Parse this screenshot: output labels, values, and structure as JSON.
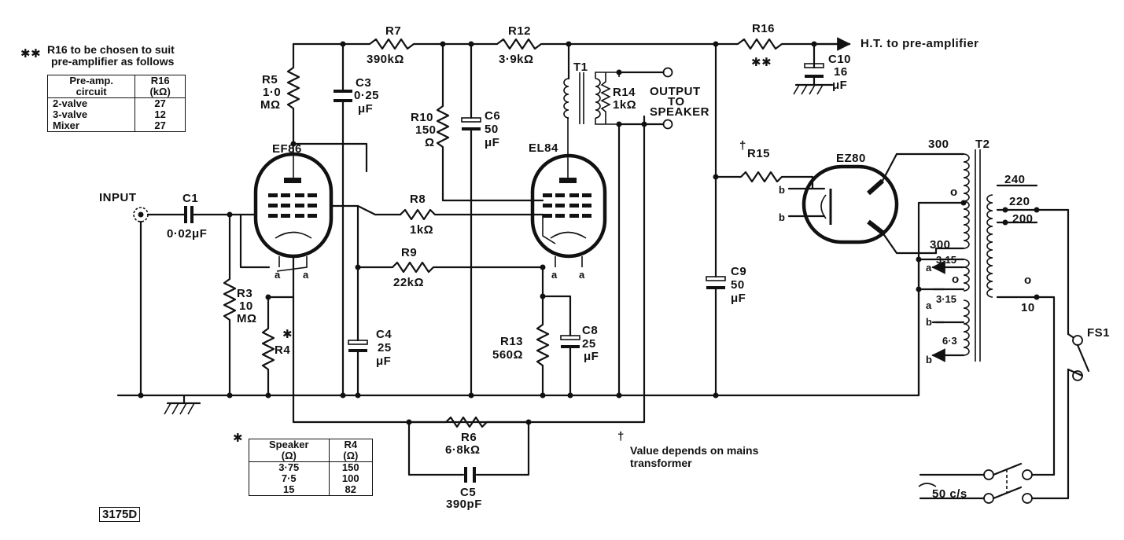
{
  "notes": {
    "r16_note_line1": "R16 to be chosen to suit",
    "r16_note_line2": "pre-amplifier as follows",
    "r16_note_mark": "✱✱",
    "r4_note_mark": "✱",
    "dagger_note_line1": "Value depends on mains",
    "dagger_note_line2": "transformer",
    "dagger_mark": "†",
    "figure_ref": "3175D"
  },
  "r16_table": {
    "headers": [
      [
        "Pre-amp.",
        "circuit"
      ],
      [
        "R16",
        "(kΩ)"
      ]
    ],
    "rows": [
      {
        "circuit": "2-valve",
        "value": "27"
      },
      {
        "circuit": "3-valve",
        "value": "12"
      },
      {
        "circuit": "Mixer",
        "value": "27"
      }
    ]
  },
  "r4_table": {
    "headers": [
      [
        "Speaker",
        "(Ω)"
      ],
      [
        "R4",
        "(Ω)"
      ]
    ],
    "rows": [
      {
        "speaker": "3·75",
        "value": "150"
      },
      {
        "speaker": "7·5",
        "value": "100"
      },
      {
        "speaker": "15",
        "value": "82"
      }
    ]
  },
  "components": {
    "input": "INPUT",
    "c1": {
      "name": "C1",
      "value": "0·02μF"
    },
    "r3": {
      "name": "R3",
      "value1": "10",
      "value2": "MΩ"
    },
    "r4": {
      "name": "R4",
      "mark": "✱"
    },
    "r5": {
      "name": "R5",
      "value1": "1·0",
      "value2": "MΩ"
    },
    "c3": {
      "name": "C3",
      "value1": "0·25",
      "value2": "μF"
    },
    "c4": {
      "name": "C4",
      "value1": "25",
      "value2": "μF"
    },
    "r7": {
      "name": "R7",
      "value": "390kΩ"
    },
    "ef86": "EF86",
    "r8": {
      "name": "R8",
      "value": "1kΩ"
    },
    "r9": {
      "name": "R9",
      "value": "22kΩ"
    },
    "r10": {
      "name": "R10",
      "value1": "150",
      "value2": "Ω"
    },
    "c6": {
      "name": "C6",
      "value1": "50",
      "value2": "μF"
    },
    "r12": {
      "name": "R12",
      "value": "3·9kΩ"
    },
    "el84": "EL84",
    "t1": "T1",
    "r14": {
      "name": "R14",
      "value": "1kΩ"
    },
    "output": [
      "OUTPUT",
      "TO",
      "SPEAKER"
    ],
    "r13": {
      "name": "R13",
      "value": "560Ω"
    },
    "c8": {
      "name": "C8",
      "value1": "25",
      "value2": "μF"
    },
    "r6": {
      "name": "R6",
      "value": "6·8kΩ"
    },
    "c5": {
      "name": "C5",
      "value": "390pF"
    },
    "r16": {
      "name": "R16",
      "mark": "✱✱"
    },
    "ht": "H.T. to pre-amplifier",
    "c10": {
      "name": "C10",
      "value1": "16",
      "value2": "μF"
    },
    "r15": {
      "name": "R15",
      "mark": "†"
    },
    "c9": {
      "name": "C9",
      "value1": "50",
      "value2": "μF"
    },
    "ez80": "EZ80",
    "t2": "T2",
    "t2_taps": {
      "sec_top": "300",
      "sec_bot": "300",
      "p240": "240",
      "p220": "220",
      "p200": "200",
      "p10": "10",
      "h1": "3·15",
      "h2": "3·15",
      "h3": "6·3",
      "o1": "o",
      "o2": "o",
      "o3": "o"
    },
    "pins": {
      "a": "a",
      "b": "b"
    },
    "fs1": "FS1",
    "mains": "50 c/s"
  }
}
